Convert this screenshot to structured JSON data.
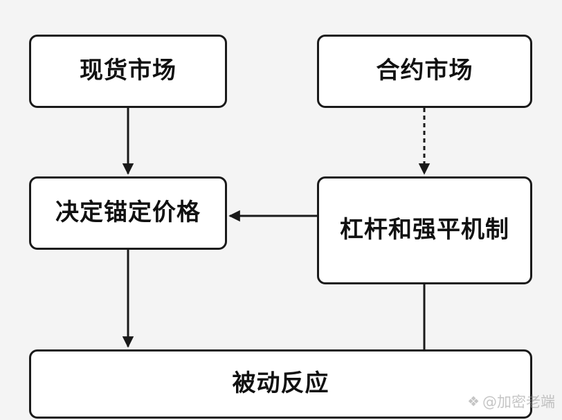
{
  "nodes": {
    "spot_market": "现货市场",
    "futures_market": "合约市场",
    "price_anchor": "决定锚定价格",
    "leverage": "杠杆和强平机制",
    "passive_reaction": "被动反应"
  },
  "watermark": {
    "handle": "@加密老端"
  },
  "colors": {
    "stroke": "#1a1a1a",
    "background": "#f4f4f4",
    "box_fill": "#ffffff"
  }
}
